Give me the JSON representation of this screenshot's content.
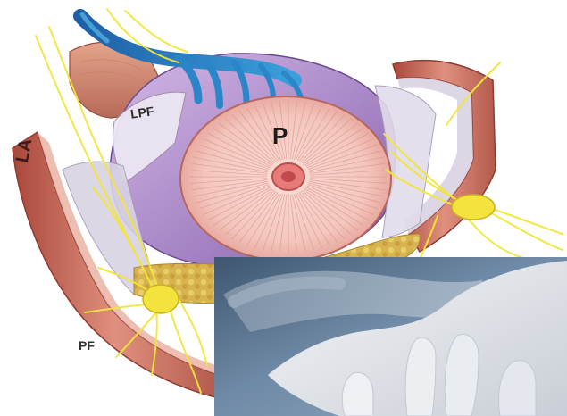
{
  "labels": {
    "p": "P",
    "lpf": "LPF",
    "la": "LA",
    "pf": "PF"
  },
  "colors": {
    "background": "#ffffff",
    "prostate_tissue": "#f4c9c2",
    "capsule_purple": "#b99bd0",
    "vein_blue": "#2a86c8",
    "nerve_yellow": "#f2e63a",
    "muscle_red": "#c96d5c",
    "fat_yellow": "#dcbc56",
    "glove_white": "#e6e9ee",
    "photo_background": "#5c7592"
  }
}
